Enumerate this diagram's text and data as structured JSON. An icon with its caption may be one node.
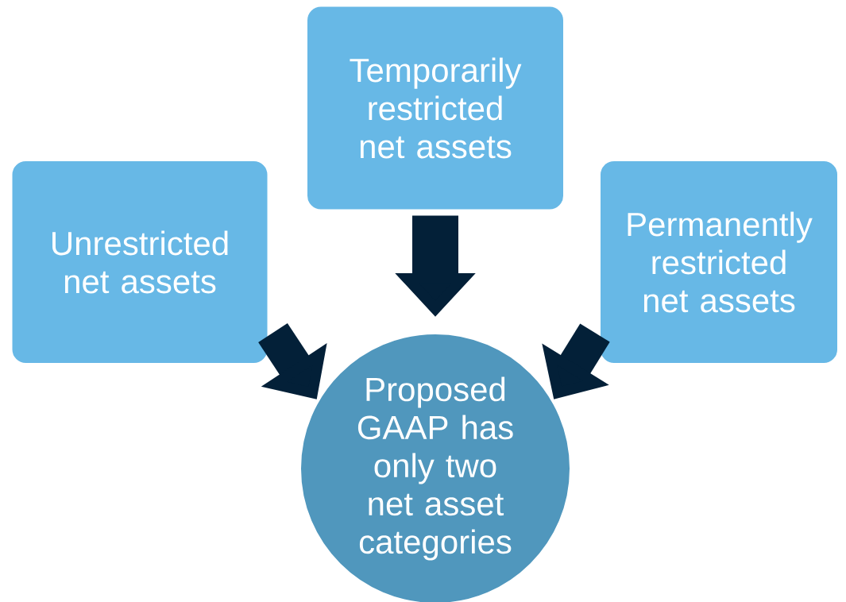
{
  "diagram": {
    "nodes": [
      {
        "text": [
          "Unrestricted net assets"
        ]
      },
      {
        "text": [
          "Temporarily restricted net assets"
        ]
      },
      {
        "text": [
          "Permanently restricted net assets"
        ]
      },
      {
        "text": [
          "Proposed GAAP has only two net asset categories"
        ]
      }
    ],
    "edges": [
      {
        "from": 0,
        "to": 3,
        "arrow": "to"
      },
      {
        "from": 1,
        "to": 3,
        "arrow": "to"
      },
      {
        "from": 2,
        "to": 3,
        "arrow": "to"
      }
    ]
  }
}
